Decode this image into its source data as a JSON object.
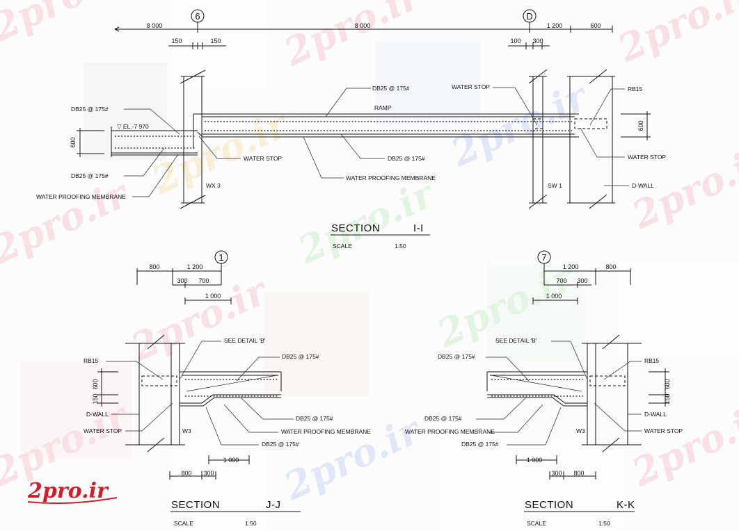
{
  "watermark": {
    "text": "2pro.ir",
    "logo_text": "2pro.ir",
    "colors": [
      "#f3c7cf",
      "#c9d3f5",
      "#cdeccd",
      "#f5e2b5"
    ],
    "logo_color": "#d51d2a"
  },
  "section_ii": {
    "title": "SECTION",
    "title_id": "I-I",
    "scale_label": "SCALE",
    "scale_value": "1:50",
    "grid_left": "6",
    "grid_right": "D",
    "dims": [
      "8 000",
      "8 000",
      "1 200",
      "600",
      "150",
      "150",
      "100",
      "300"
    ],
    "labels": {
      "db25_top_left": "DB25 @ 175#",
      "level": "▽ EL.-7 970",
      "db25_bot_left": "DB25 @ 175#",
      "wpm_left": "WATER PROOFING MEMBRANE",
      "db25_top": "DB25 @ 175#",
      "ramp": "RAMP",
      "water_stop_mid": "WATER STOP",
      "db25_mid": "DB25 @ 175#",
      "wpm_mid": "WATER PROOFING MEMBRANE",
      "water_stop_top_right": "WATER STOP",
      "rb15": "RB15",
      "dim_600_right": "600",
      "water_stop_right": "WATER STOP",
      "d_wall": "D-WALL",
      "sw1": "SW 1",
      "wx3": "WX 3",
      "dim_600_left": "600"
    }
  },
  "section_jj": {
    "title": "SECTION",
    "title_id": "J-J",
    "scale_label": "SCALE",
    "scale_value": "1:50",
    "grid": "1",
    "dims_top": [
      "800",
      "1 200",
      "300",
      "700",
      "1 000"
    ],
    "dims_bottom": [
      "1 000",
      "800",
      "300"
    ],
    "labels": {
      "rb15": "RB15",
      "see_detail": "SEE DETAIL 'B'",
      "db25_top": "DB25 @ 175#",
      "dim_600": "600",
      "dim_150": "150",
      "d_wall": "D-WALL",
      "water_stop": "WATER STOP",
      "w3": "W3",
      "db25_mid": "DB25 @ 175#",
      "wpm": "WATER PROOFING MEMBRANE",
      "db25_bot": "DB25 @ 175#"
    }
  },
  "section_kk": {
    "title": "SECTION",
    "title_id": "K-K",
    "scale_label": "SCALE",
    "scale_value": "1:50",
    "grid": "7",
    "dims_top": [
      "1 200",
      "800",
      "700",
      "300",
      "1 000"
    ],
    "dims_bottom": [
      "1 000",
      "300",
      "800"
    ],
    "labels": {
      "see_detail": "SEE DETAIL 'B'",
      "db25_top": "DB25 @ 175#",
      "rb15": "RB15",
      "dim_600": "600",
      "dim_150": "150",
      "db25_mid": "DB25 @ 175#",
      "wpm": "WATER PROOFING MEMBRANE",
      "db25_bot": "DB25 @ 175#",
      "w3": "W3",
      "d_wall": "D-WALL",
      "water_stop": "WATER STOP"
    }
  }
}
